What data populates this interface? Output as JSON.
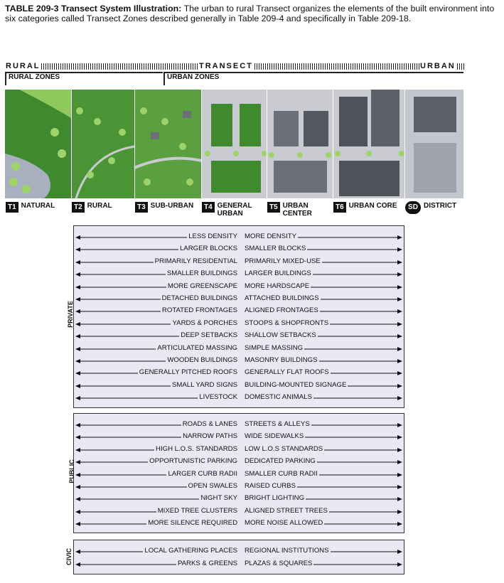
{
  "caption": {
    "table_id": "TABLE 209-3 Transect System Illustration:",
    "text": "The urban to rural Transect organizes the elements of the built environment into six categories called Transect Zones described generally in Table 209-4 and specifically in Table 209-18."
  },
  "scale": {
    "left": "RURAL",
    "middle": "TRANSECT",
    "right": "URBAN"
  },
  "zone_groups": {
    "rural": "RURAL ZONES",
    "urban": "URBAN ZONES"
  },
  "zones": [
    {
      "code": "T1",
      "name": "NATURAL"
    },
    {
      "code": "T2",
      "name": "RURAL"
    },
    {
      "code": "T3",
      "name": "SUB-URBAN"
    },
    {
      "code": "T4",
      "name": "GENERAL URBAN"
    },
    {
      "code": "T5",
      "name": "URBAN CENTER"
    },
    {
      "code": "T6",
      "name": "URBAN CORE"
    },
    {
      "code": "SD",
      "name": "DISTRICT"
    }
  ],
  "sections": [
    {
      "label": "PRIVATE",
      "rows": [
        {
          "left": "LESS DENSITY",
          "right": "MORE DENSITY"
        },
        {
          "left": "LARGER BLOCKS",
          "right": "SMALLER BLOCKS"
        },
        {
          "left": "PRIMARILY RESIDENTIAL",
          "right": "PRIMARILY MIXED-USE"
        },
        {
          "left": "SMALLER BUILDINGS",
          "right": "LARGER BUILDINGS"
        },
        {
          "left": "MORE GREENSCAPE",
          "right": "MORE HARDSCAPE"
        },
        {
          "left": "DETACHED BUILDINGS",
          "right": "ATTACHED BUILDINGS"
        },
        {
          "left": "ROTATED FRONTAGES",
          "right": "ALIGNED FRONTAGES"
        },
        {
          "left": "YARDS & PORCHES",
          "right": "STOOPS & SHOPFRONTS"
        },
        {
          "left": "DEEP SETBACKS",
          "right": "SHALLOW SETBACKS"
        },
        {
          "left": "ARTICULATED MASSING",
          "right": "SIMPLE MASSING"
        },
        {
          "left": "WOODEN BUILDINGS",
          "right": "MASONRY BUILDINGS"
        },
        {
          "left": "GENERALLY PITCHED ROOFS",
          "right": "GENERALLY FLAT ROOFS"
        },
        {
          "left": "SMALL YARD SIGNS",
          "right": "BUILDING-MOUNTED SIGNAGE"
        },
        {
          "left": "LIVESTOCK",
          "right": "DOMESTIC ANIMALS"
        }
      ]
    },
    {
      "label": "PUBLIC",
      "rows": [
        {
          "left": "ROADS & LANES",
          "right": "STREETS & ALLEYS"
        },
        {
          "left": "NARROW PATHS",
          "right": "WIDE SIDEWALKS"
        },
        {
          "left": "HIGH L.O.S. STANDARDS",
          "right": "LOW L.O.S STANDARDS"
        },
        {
          "left": "OPPORTUNISTIC PARKING",
          "right": "DEDICATED PARKING"
        },
        {
          "left": "LARGER CURB RADII",
          "right": "SMALLER CURB RADII"
        },
        {
          "left": "OPEN SWALES",
          "right": "RAISED CURBS"
        },
        {
          "left": "NIGHT SKY",
          "right": "BRIGHT LIGHTING"
        },
        {
          "left": "MIXED TREE CLUSTERS",
          "right": "ALIGNED STREET TREES"
        },
        {
          "left": "MORE SILENCE REQUIRED",
          "right": "MORE NOISE ALLOWED"
        }
      ]
    },
    {
      "label": "CIVIC",
      "rows": [
        {
          "left": "LOCAL GATHERING PLACES",
          "right": "REGIONAL INSTITUTIONS"
        },
        {
          "left": "PARKS & GREENS",
          "right": "PLAZAS & SQUARES"
        }
      ]
    }
  ],
  "colors": {
    "panel_bg": "#e8e9f5",
    "green": "#3f8a2f",
    "tree": "#9fd36a",
    "building": "#6d6f78",
    "road": "#c9cbd1"
  }
}
